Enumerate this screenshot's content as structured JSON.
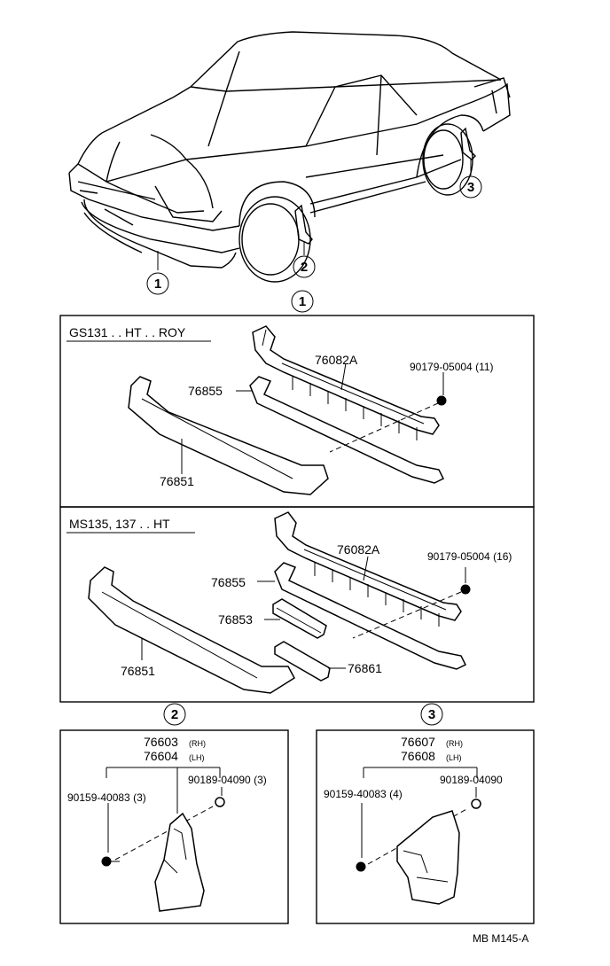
{
  "callouts": [
    "1",
    "2",
    "3"
  ],
  "sections": {
    "bumper_a": {
      "header": "GS131 . . HT . . ROY",
      "parts": [
        "76082A",
        "90179-05004 (11)",
        "76855",
        "76851"
      ]
    },
    "bumper_b": {
      "header": "MS135, 137 . . HT",
      "parts": [
        "76082A",
        "90179-05004 (16)",
        "76855",
        "76853",
        "76851",
        "76861"
      ]
    },
    "mudguard_front": {
      "part_rh": "76603",
      "part_rh_side": "(RH)",
      "part_lh": "76604",
      "part_lh_side": "(LH)",
      "screw": "90159-40083 (3)",
      "nut": "90189-04090 (3)"
    },
    "mudguard_rear": {
      "part_rh": "76607",
      "part_rh_side": "(RH)",
      "part_lh": "76608",
      "part_lh_side": "(LH)",
      "screw": "90159-40083 (4)",
      "nut": "90189-04090"
    }
  },
  "footer_code": "MB  M145-A"
}
